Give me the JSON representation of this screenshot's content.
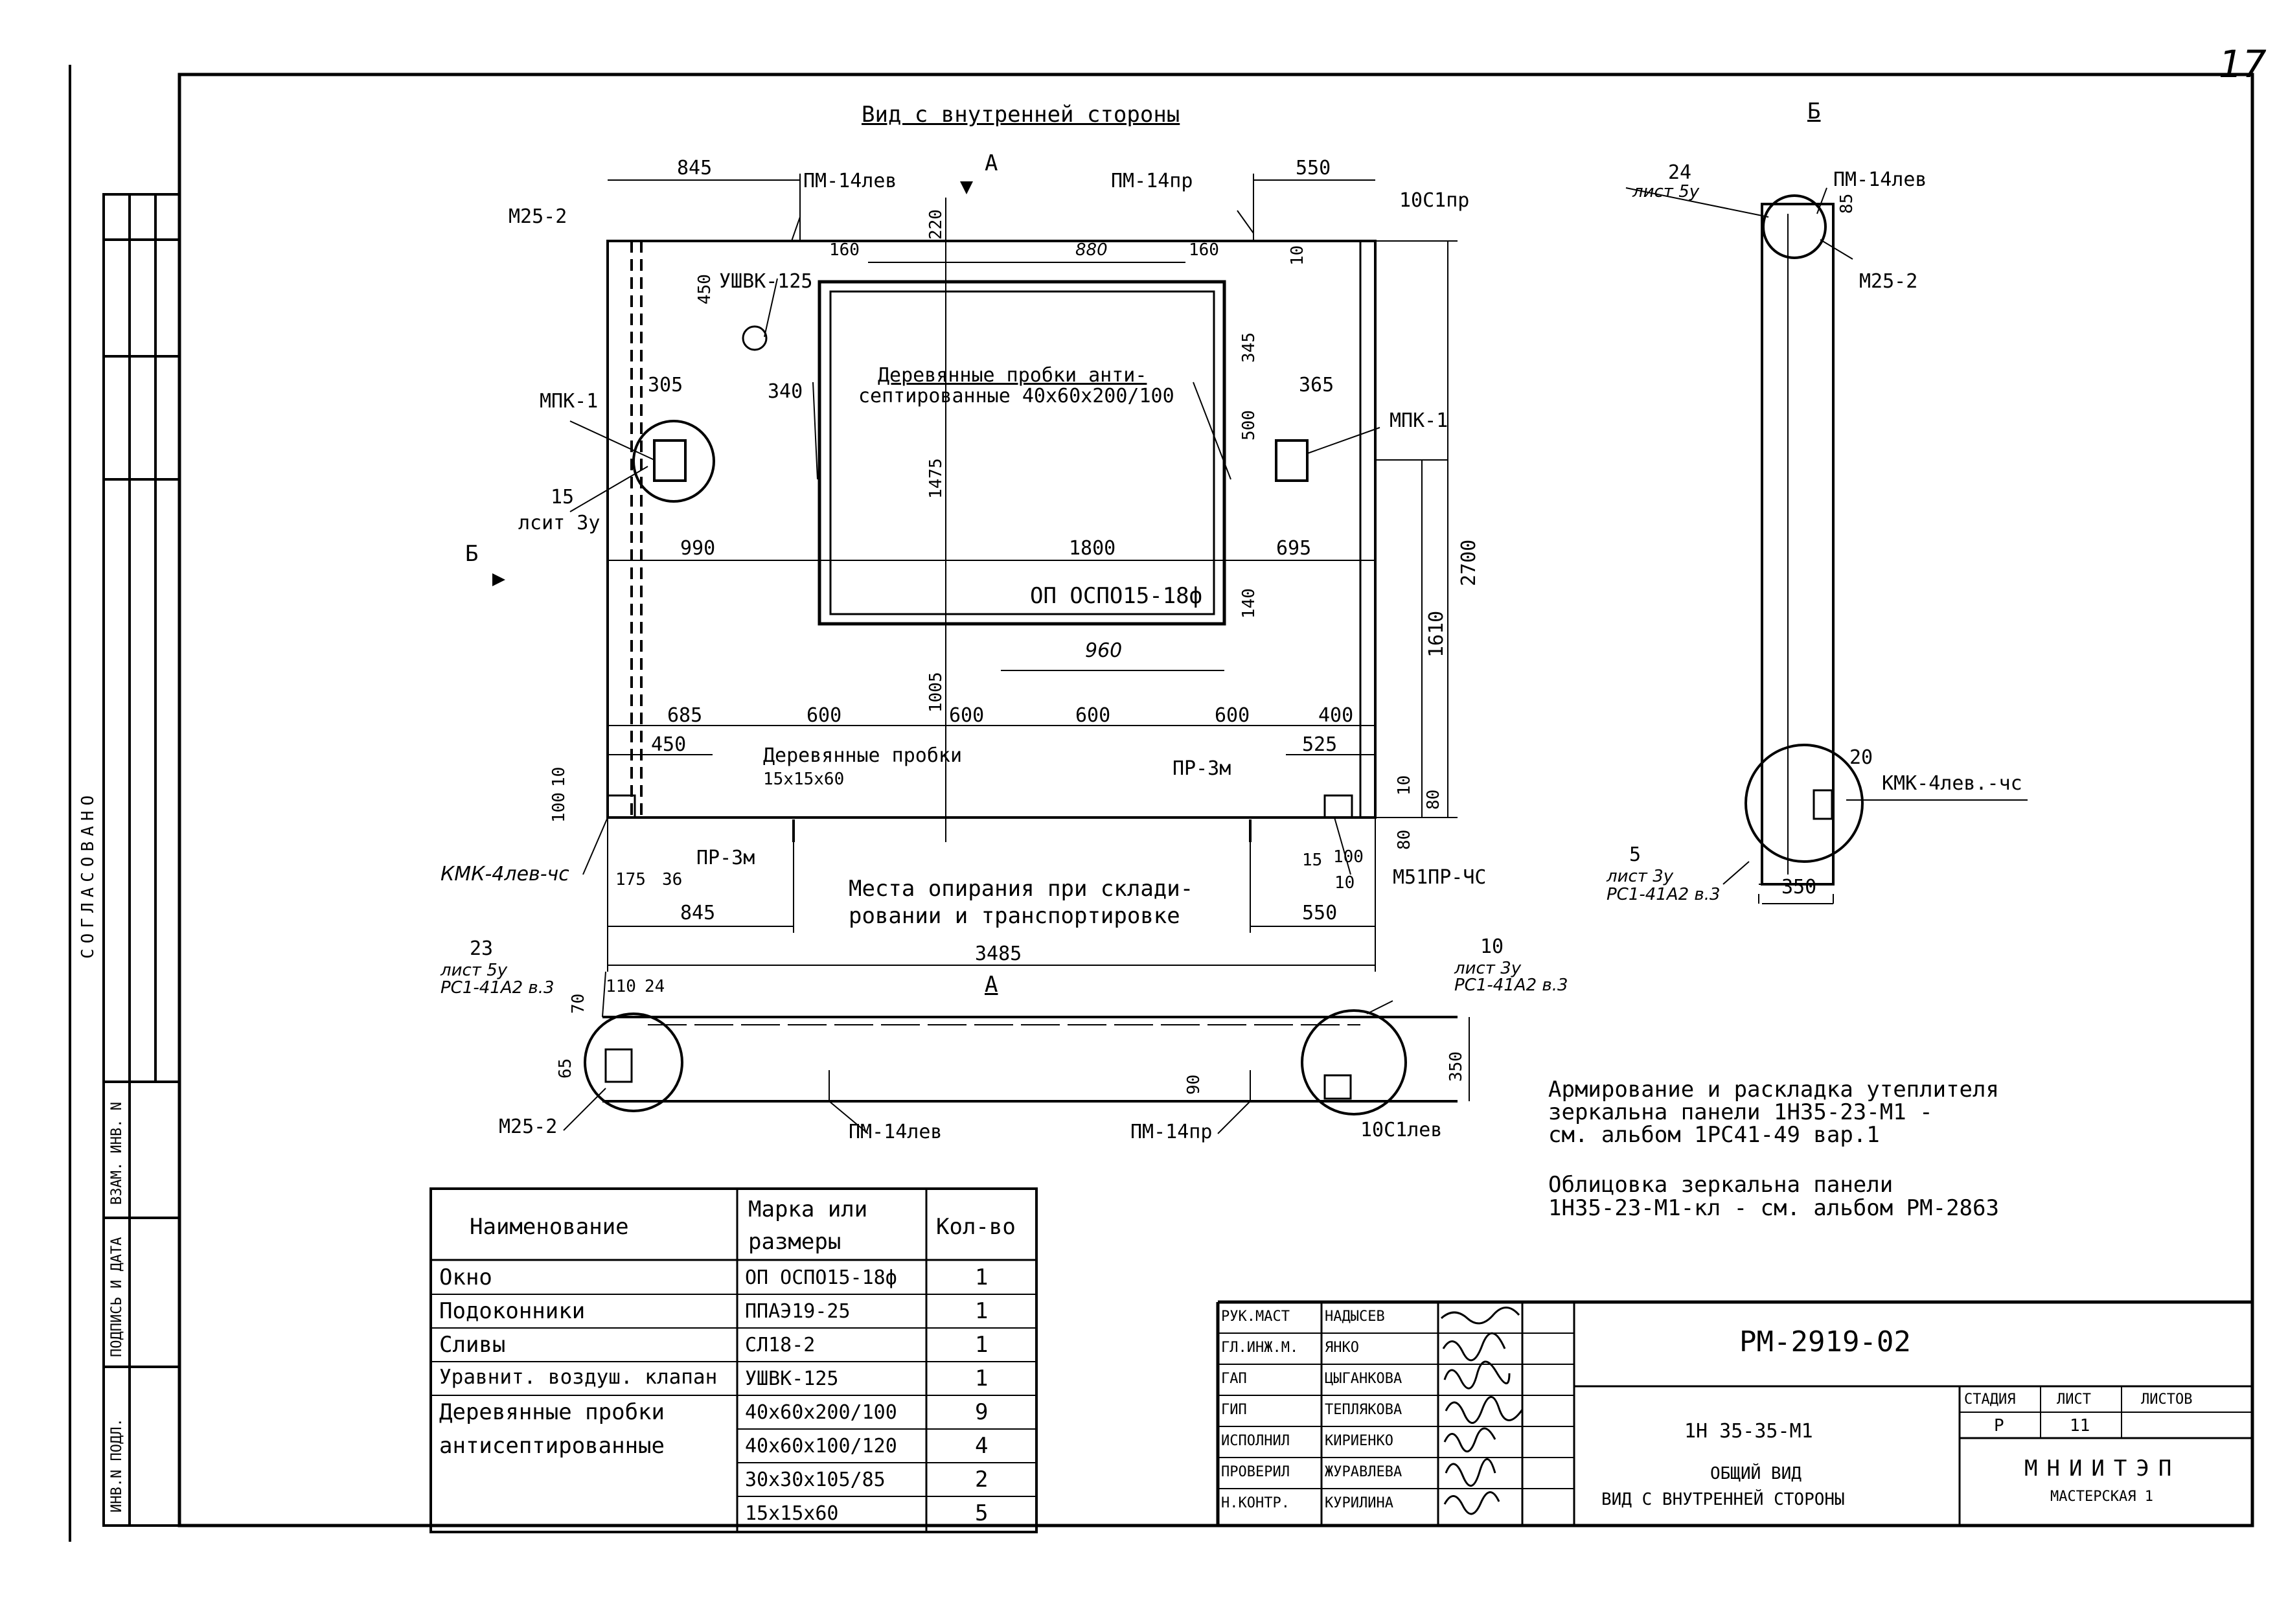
{
  "page_number": "17",
  "view_title": "Вид с внутренней стороны",
  "view_b_title": "Б",
  "view_a_title": "А",
  "arrow_labels": {
    "a": "А",
    "b": "Б"
  },
  "front": {
    "dims": {
      "top_left": "845",
      "top_right": "550",
      "height_220": "220",
      "pm14lev": "ПМ-14лев",
      "pm14pr": "ПМ-14пр",
      "c1pr": "10С1пр",
      "m25_2": "М25-2",
      "ten_top": "10",
      "d160a": "160",
      "d880": "880",
      "d160b": "160",
      "ushvk": "УШВК-125",
      "d450": "450",
      "d340": "340",
      "d345": "345",
      "probki1": "Деревянные пробки анти-",
      "probki2": "септированные 40х60х200/100",
      "mpk_left": "МПК-1",
      "mpk_right": "МПК-1",
      "d305": "305",
      "d365": "365",
      "d500": "500",
      "d15": "15",
      "list3u": "лсит 3у",
      "d1475": "1475",
      "d990": "990",
      "d1800": "1800",
      "d695": "695",
      "d2700": "2700",
      "op_label": "ОП ОСПО15-18ф",
      "d140": "140",
      "d1610": "1610",
      "d960": "960",
      "d1005": "1005",
      "d685": "685",
      "d600a": "600",
      "d600b": "600",
      "d600c": "600",
      "d600d": "600",
      "d400": "400",
      "d450b": "450",
      "d525": "525",
      "probki_small1": "Деревянные пробки",
      "probki_small2": "15х15х60",
      "pr3m_right": "ПР-3м",
      "pr3m_left": "ПР-3м",
      "d100": "100",
      "d10a": "10",
      "d10b": "10",
      "d80a": "80",
      "d80b": "80",
      "kmk_left": "КМК-4лев-чс",
      "d175": "175",
      "d36": "36",
      "d15b": "15",
      "d100b": "100",
      "d10c": "10",
      "m51": "М51ПР-ЧС",
      "support1": "Места опирания при склади-",
      "support2": "ровании и транспортировке",
      "d845b": "845",
      "d550b": "550",
      "d3485": "3485"
    }
  },
  "section_a": {
    "d23": "23",
    "list5u": "лист 5у",
    "rc1": "РС1-41А2 в.3",
    "d110": "110",
    "d24": "24",
    "d70": "70",
    "d65": "65",
    "m25_2": "М25-2",
    "pm14lev": "ПМ-14лев",
    "pm14pr": "ПМ-14пр",
    "d90": "90",
    "d10": "10",
    "list3u": "лист 3у",
    "rc1b": "РС1-41А2 в.3",
    "d350": "350",
    "c1lev": "10С1лев"
  },
  "section_b": {
    "d24": "24",
    "list5u": "лист 5у",
    "pm14lev": "ПМ-14лев",
    "d85": "85",
    "m25_2": "М25-2",
    "d20": "20",
    "kmk": "КМК-4лев.-чс",
    "d5": "5",
    "list3u": "лист 3у",
    "rc1": "РС1-41А2 в.3",
    "d350": "350"
  },
  "notes": {
    "n1_l1": "Армирование и раскладка утеплителя",
    "n1_l2": "зеркальна панели 1Н35-23-М1 -",
    "n1_l3": "см. альбом 1РС41-49 вар.1",
    "n2_l1": "Облицовка зеркальна панели",
    "n2_l2": "1Н35-23-М1-кл - см. альбом РМ-2863"
  },
  "spec": {
    "headers": [
      "Наименование",
      "Марка или размеры",
      "Кол-во"
    ],
    "header_mark_l1": "Марка или",
    "header_mark_l2": "размеры",
    "rows": [
      {
        "name": "Окно",
        "mark": "ОП ОСПО15-18ф",
        "qty": "1"
      },
      {
        "name": "Подоконники",
        "mark": "ППАЭ19-25",
        "qty": "1"
      },
      {
        "name": "Сливы",
        "mark": "СЛ18-2",
        "qty": "1"
      },
      {
        "name": "Уравнит. воздуш. клапан",
        "mark": "УШВК-125",
        "qty": "1"
      },
      {
        "name": "Деревянные пробки",
        "mark": "40х60х200/100",
        "qty": "9"
      },
      {
        "name": "антисептированные",
        "mark": "40х60х100/120",
        "qty": "4"
      },
      {
        "name": "",
        "mark": "30х30х105/85",
        "qty": "2"
      },
      {
        "name": "",
        "mark": "15х15х60",
        "qty": "5"
      }
    ]
  },
  "title_block": {
    "roles": [
      {
        "role": "РУК.МАСТ",
        "name": "НАДЫСЕВ"
      },
      {
        "role": "ГЛ.ИНЖ.М.",
        "name": "ЯНКО"
      },
      {
        "role": "ГАП",
        "name": "ЦЫГАНКОВА"
      },
      {
        "role": "ГИП",
        "name": "ТЕПЛЯКОВА"
      },
      {
        "role": "ИСПОЛНИЛ",
        "name": "КИРИЕНКО"
      },
      {
        "role": "ПРОВЕРИЛ",
        "name": "ЖУРАВЛЕВА"
      },
      {
        "role": "Н.КОНТР.",
        "name": "КУРИЛИНА"
      }
    ],
    "doc_number": "РМ-2919-02",
    "panel": "1Н 35-35-М1",
    "title1": "ОБЩИЙ ВИД",
    "title2": "ВИД С ВНУТРЕННЕЙ СТОРОНЫ",
    "stage_label": "СТАДИЯ",
    "sheet_label": "ЛИСТ",
    "sheets_label": "ЛИСТОВ",
    "stage": "Р",
    "sheet": "11",
    "org": "МНИИТЭП",
    "org2": "МАСТЕРСКАЯ 1"
  },
  "side_stamp": {
    "agreed": "СОГЛАСОВАНО",
    "inv_vzam": "ВЗАМ. ИНВ. N",
    "sign_date": "ПОДПИСЬ И ДАТА",
    "inv_podl": "ИНВ.N ПОДЛ."
  }
}
